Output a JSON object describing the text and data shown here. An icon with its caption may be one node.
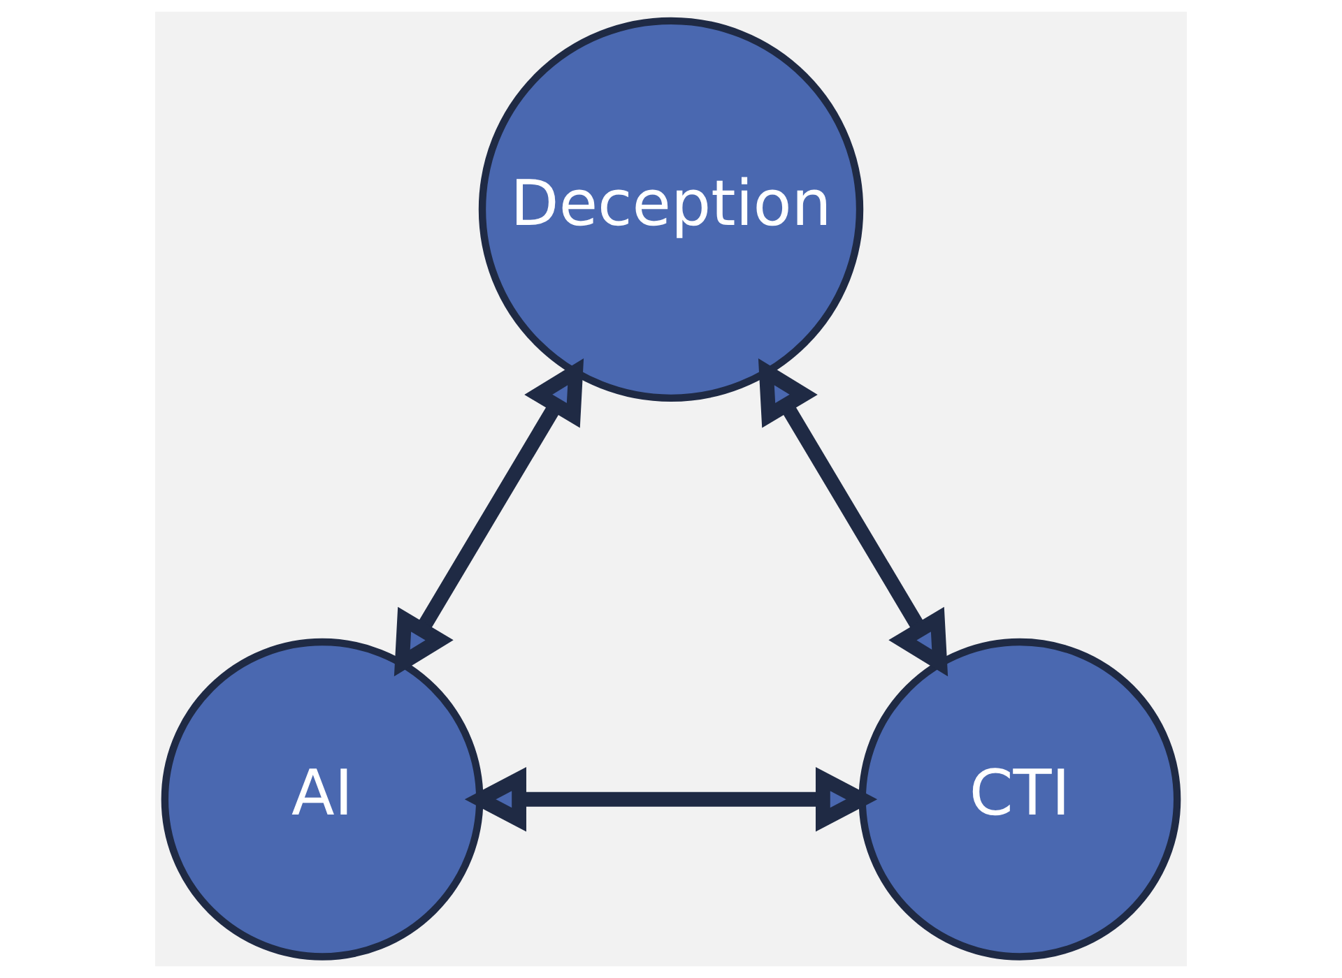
{
  "diagram": {
    "nodes": [
      {
        "text": [
          "Deception"
        ]
      },
      {
        "text": [
          "AI"
        ]
      },
      {
        "text": [
          "CTI"
        ]
      }
    ],
    "edges": [
      {
        "from": 0,
        "to": 1,
        "arrow": "both"
      },
      {
        "from": 0,
        "to": 2,
        "arrow": "both"
      },
      {
        "from": 1,
        "to": 2,
        "arrow": "both"
      }
    ]
  }
}
